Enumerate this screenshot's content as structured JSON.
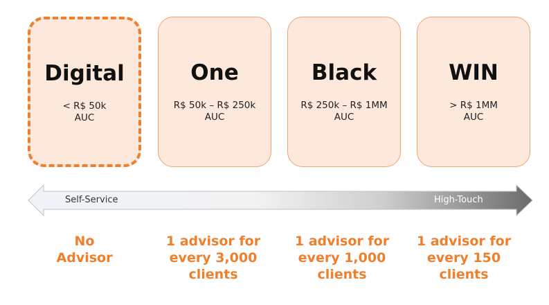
{
  "colors": {
    "accent": "#EE7F2D",
    "card_fill": "#FDE8DC",
    "card_border": "#F1A36F",
    "arrow_light": "#EEF3F8",
    "arrow_dark": "#6E6E6E"
  },
  "tiers": [
    {
      "name": "Digital",
      "range_line1": "< R$ 50k",
      "range_line2": "AUC",
      "highlighted": true
    },
    {
      "name": "One",
      "range_line1": "R$ 50k – R$ 250k",
      "range_line2": "AUC",
      "highlighted": false
    },
    {
      "name": "Black",
      "range_line1": "R$ 250k – R$ 1MM",
      "range_line2": "AUC",
      "highlighted": false
    },
    {
      "name": "WIN",
      "range_line1": "> R$ 1MM",
      "range_line2": "AUC",
      "highlighted": false
    }
  ],
  "spectrum": {
    "left_label": "Self-Service",
    "right_label": "High-Touch"
  },
  "service_levels": [
    {
      "line1": "No",
      "line2": "Advisor",
      "line3": ""
    },
    {
      "line1": "1 advisor for",
      "line2": "every 3,000",
      "line3": "clients"
    },
    {
      "line1": "1 advisor for",
      "line2": "every 1,000",
      "line3": "clients"
    },
    {
      "line1": "1 advisor for",
      "line2": "every 150",
      "line3": "clients"
    }
  ]
}
